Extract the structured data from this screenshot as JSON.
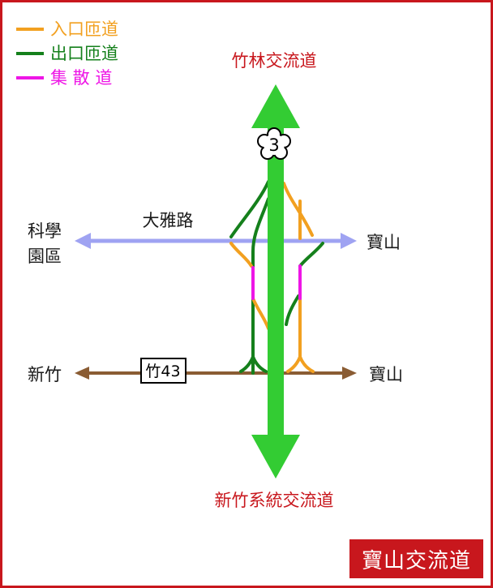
{
  "title": "寶山交流道",
  "legend": [
    {
      "label": "入口匝道",
      "color": "#f2a020"
    },
    {
      "label": "出口匝道",
      "color": "#15801c"
    },
    {
      "label": "集 散 道",
      "color": "#ee16e6"
    }
  ],
  "freeway": {
    "shield_number": "3",
    "north_destination": "竹林交流道",
    "south_destination": "新竹系統交流道",
    "color": "#33cc33"
  },
  "upper_road": {
    "name": "大雅路",
    "west_destination": "科學園區",
    "west_line1": "科學",
    "west_line2": "園區",
    "east_destination": "寶山",
    "color": "#9fa3f2"
  },
  "lower_road": {
    "route_marker": "竹43",
    "west_destination": "新竹",
    "east_destination": "寶山",
    "color": "#8a5c33"
  },
  "colors": {
    "frame": "#c8171d",
    "entrance_ramp": "#f2a020",
    "exit_ramp": "#15801c",
    "collector": "#ee16e6"
  }
}
